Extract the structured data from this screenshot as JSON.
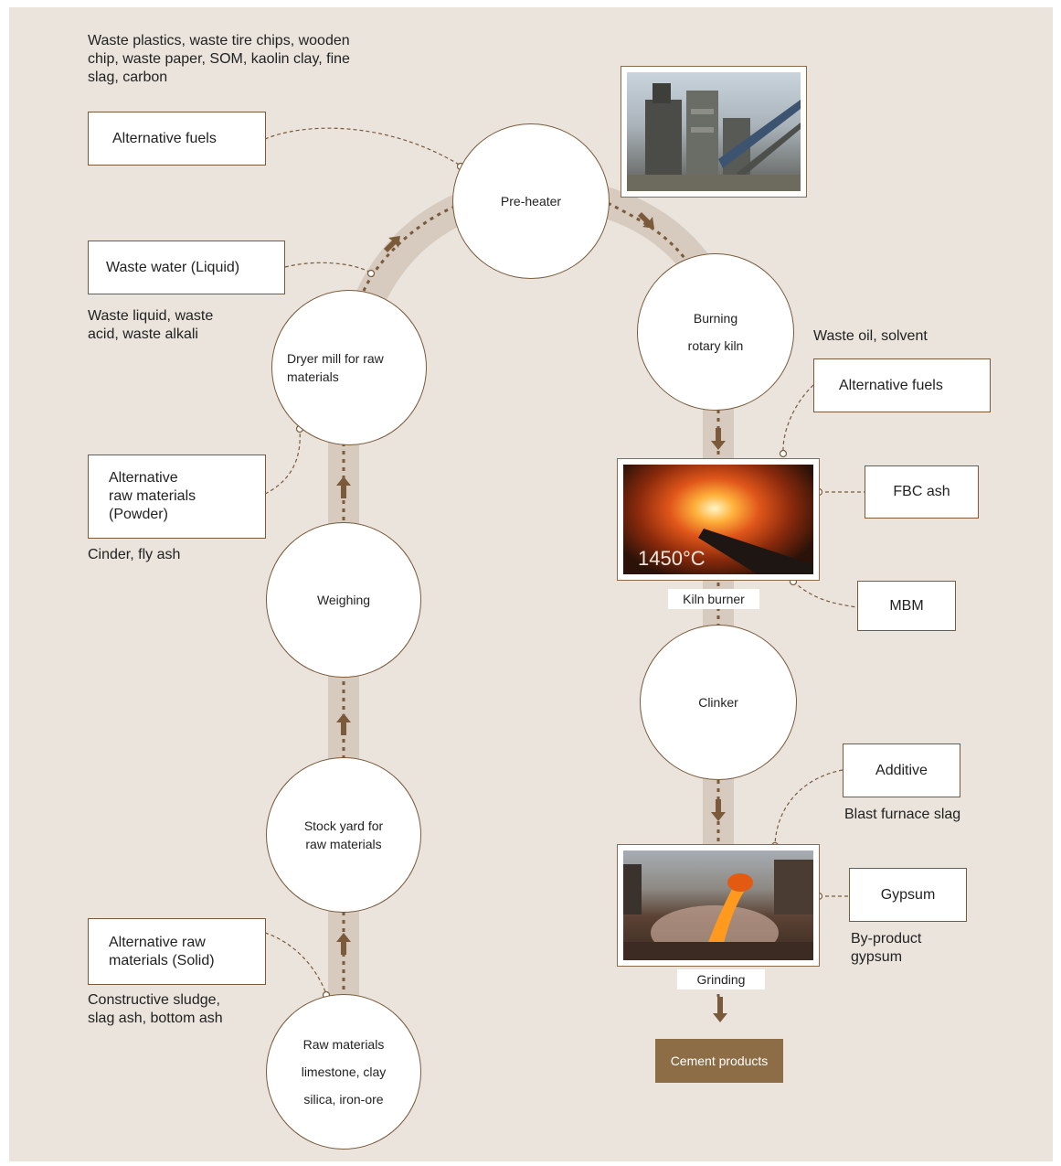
{
  "colors": {
    "panel": "#ebe4dd",
    "band": "#d7cbbf",
    "arrow": "#7a5a3a",
    "border": "#7a5a3a",
    "product_bg": "#8c6d45"
  },
  "nodes": {
    "raw_materials": {
      "line1": "Raw materials",
      "line2": "limestone, clay",
      "line3": "silica, iron-ore"
    },
    "stock_yard": {
      "line1": "Stock yard for",
      "line2": "raw materials"
    },
    "weighing": {
      "label": "Weighing"
    },
    "dryer_mill": {
      "line1": "Dryer mill for raw",
      "line2": "materials"
    },
    "pre_heater": {
      "label": "Pre-heater"
    },
    "burning": {
      "line1": "Burning",
      "line2": "rotary kiln"
    },
    "clinker": {
      "label": "Clinker"
    }
  },
  "callouts": {
    "alt_fuels_left": "Alternative fuels",
    "waste_water": "Waste water (Liquid)",
    "alt_raw_powder": [
      "Alternative",
      "raw materials",
      "(Powder)"
    ],
    "alt_raw_solid": [
      "Alternative raw",
      "materials (Solid)"
    ],
    "alt_fuels_right": "Alternative fuels",
    "fbc_ash": "FBC ash",
    "mbm": "MBM",
    "additive": "Additive",
    "gypsum": "Gypsum"
  },
  "notes": {
    "fuels_left": [
      "Waste plastics, waste tire chips, wooden",
      "chip, waste paper, SOM, kaolin clay, fine",
      "slag, carbon"
    ],
    "waste_liquid": [
      "Waste liquid, waste",
      "acid, waste alkali"
    ],
    "cinder": "Cinder, fly ash",
    "sludge": [
      "Constructive sludge,",
      "slag ash, bottom ash"
    ],
    "waste_oil": "Waste oil, solvent",
    "slag": "Blast furnace slag",
    "byproduct": [
      "By-product",
      "gypsum"
    ]
  },
  "photos": {
    "kiln_temp": "1450°C",
    "kiln_caption": "Kiln burner",
    "grinding_caption": "Grinding"
  },
  "product": "Cement products"
}
